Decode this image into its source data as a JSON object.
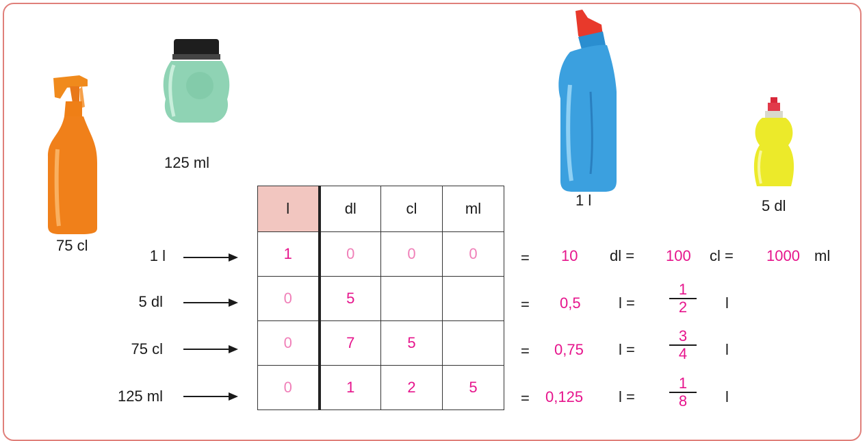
{
  "products": {
    "spray": {
      "label": "75 cl"
    },
    "jar": {
      "label": "125 ml"
    },
    "bottle": {
      "label": "1 l"
    },
    "soap": {
      "label": "5 dl"
    }
  },
  "table": {
    "headers": [
      "l",
      "dl",
      "cl",
      "ml"
    ],
    "rows": [
      {
        "label": "1 l",
        "cells": [
          "1",
          "0",
          "0",
          "0"
        ]
      },
      {
        "label": "5 dl",
        "cells": [
          "0",
          "5",
          "",
          ""
        ]
      },
      {
        "label": "75 cl",
        "cells": [
          "0",
          "7",
          "5",
          ""
        ]
      },
      {
        "label": "125 ml",
        "cells": [
          "0",
          "1",
          "2",
          "5"
        ]
      }
    ]
  },
  "equations": {
    "eq_sign": "=",
    "row1": {
      "v1": "10",
      "u1": "dl =",
      "v2": "100",
      "u2": "cl =",
      "v3": "1000",
      "u3": "ml"
    },
    "row2": {
      "dec": "0,5",
      "unit": "l =",
      "num": "1",
      "den": "2",
      "end": "l"
    },
    "row3": {
      "dec": "0,75",
      "unit": "l =",
      "num": "3",
      "den": "4",
      "end": "l"
    },
    "row4": {
      "dec": "0,125",
      "unit": "l =",
      "num": "1",
      "den": "8",
      "end": "l"
    }
  },
  "colors": {
    "frame": "#e07f7a",
    "highlight": "#f2c6c0",
    "pink": "#e6148c",
    "light_pink": "#f07fb8"
  }
}
